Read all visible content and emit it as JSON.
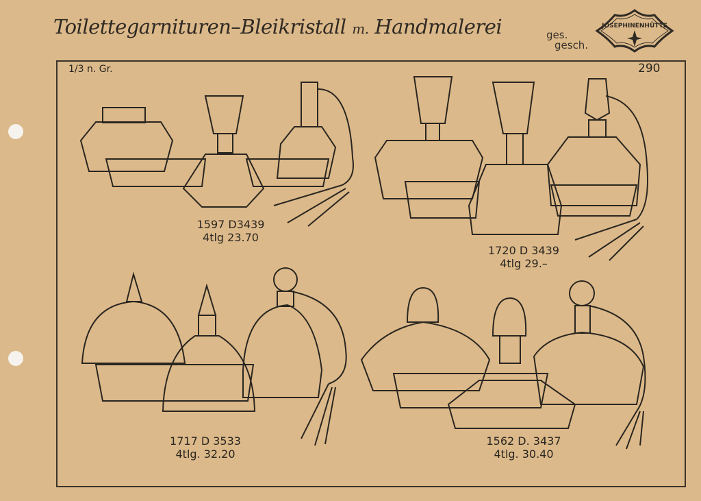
{
  "header": {
    "title_part1": "Toilettegarnituren–Bleikristall",
    "title_m": "m.",
    "title_part2": "Handmalerei",
    "ges": "ges.",
    "gesch": "gesch.",
    "logo_text": "JOSEPHINENHÜTTE"
  },
  "page": {
    "scale_note": "1/3 n. Gr.",
    "page_number": "290"
  },
  "sets": [
    {
      "line1": "1597 D3439",
      "line2": "4tlg 23.70"
    },
    {
      "line1": "1720  D 3439",
      "line2": "4tlg  29.–"
    },
    {
      "line1": "1717  D 3533",
      "line2": "4tlg.  32.20"
    },
    {
      "line1": "1562 D. 3437",
      "line2": "4tlg.  30.40"
    }
  ],
  "colors": {
    "paper": "#dcb98a",
    "ink": "#2a2620"
  }
}
